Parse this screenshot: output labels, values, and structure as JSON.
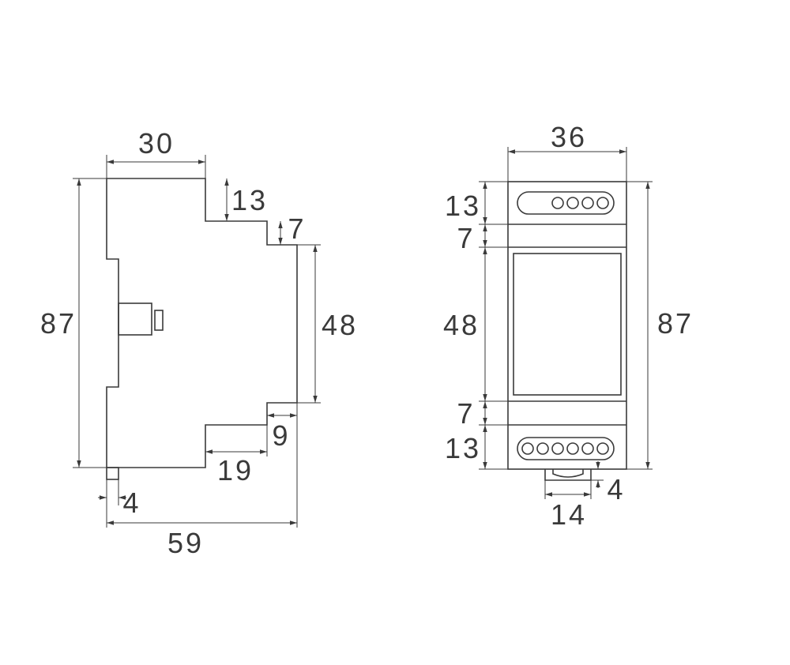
{
  "side_view": {
    "width_top": "30",
    "step_top": "13",
    "step_small_top": "7",
    "overall_height": "87",
    "front_height": "48",
    "step_bottom": "9",
    "step_width_bottom": "19",
    "clip_width": "4",
    "overall_depth": "59"
  },
  "front_view": {
    "overall_width": "36",
    "top_terminal": "13",
    "top_gap": "7",
    "window_height": "48",
    "bottom_gap": "7",
    "bottom_terminal": "13",
    "overall_height": "87",
    "clip_height": "4",
    "clip_width": "14"
  }
}
